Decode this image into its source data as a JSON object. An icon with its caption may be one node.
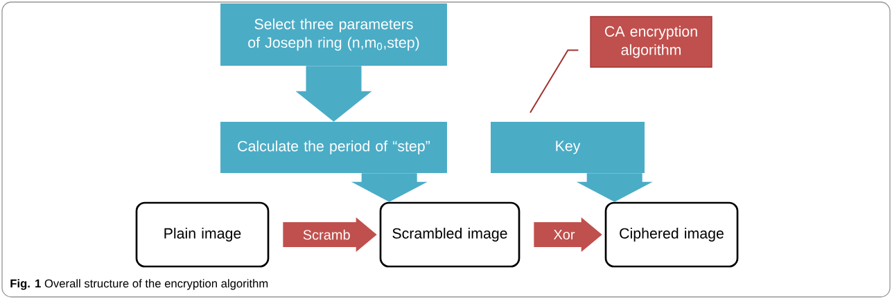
{
  "diagram": {
    "caption": "**Fig. 1** Overall structure of the encryption algorithm",
    "nodes": [
      {
        "text": [
          "Select three parameters of Joseph ring (n,m$_{0}$,step)"
        ]
      },
      {
        "text": [
          "Calculate the period of “step”"
        ]
      },
      {
        "text": [
          "CA encryption algorithm"
        ]
      },
      {
        "text": [
          "Key"
        ]
      },
      {
        "text": [
          "Plain image"
        ]
      },
      {
        "text": [
          "Scrambled image"
        ]
      },
      {
        "text": [
          "Ciphered image"
        ]
      }
    ],
    "edges": [
      {
        "from": 0,
        "to": 1,
        "arrow": "to",
        "style": "thick",
        "color": "#4bacc6"
      },
      {
        "from": 1,
        "to": 5,
        "arrow": "to",
        "style": "thick",
        "color": "#4bacc6"
      },
      {
        "from": 2,
        "to": 3,
        "arrow": "none",
        "color": "#a0322f"
      },
      {
        "from": 3,
        "to": 6,
        "arrow": "to",
        "style": "thick",
        "color": "#4bacc6"
      },
      {
        "from": 4,
        "to": 5,
        "arrow": "to",
        "style": "thick",
        "label": "Scramb",
        "color": "#c0504d"
      },
      {
        "from": 5,
        "to": 6,
        "arrow": "to",
        "style": "thick",
        "label": "Xor",
        "color": "#c0504d"
      }
    ]
  }
}
